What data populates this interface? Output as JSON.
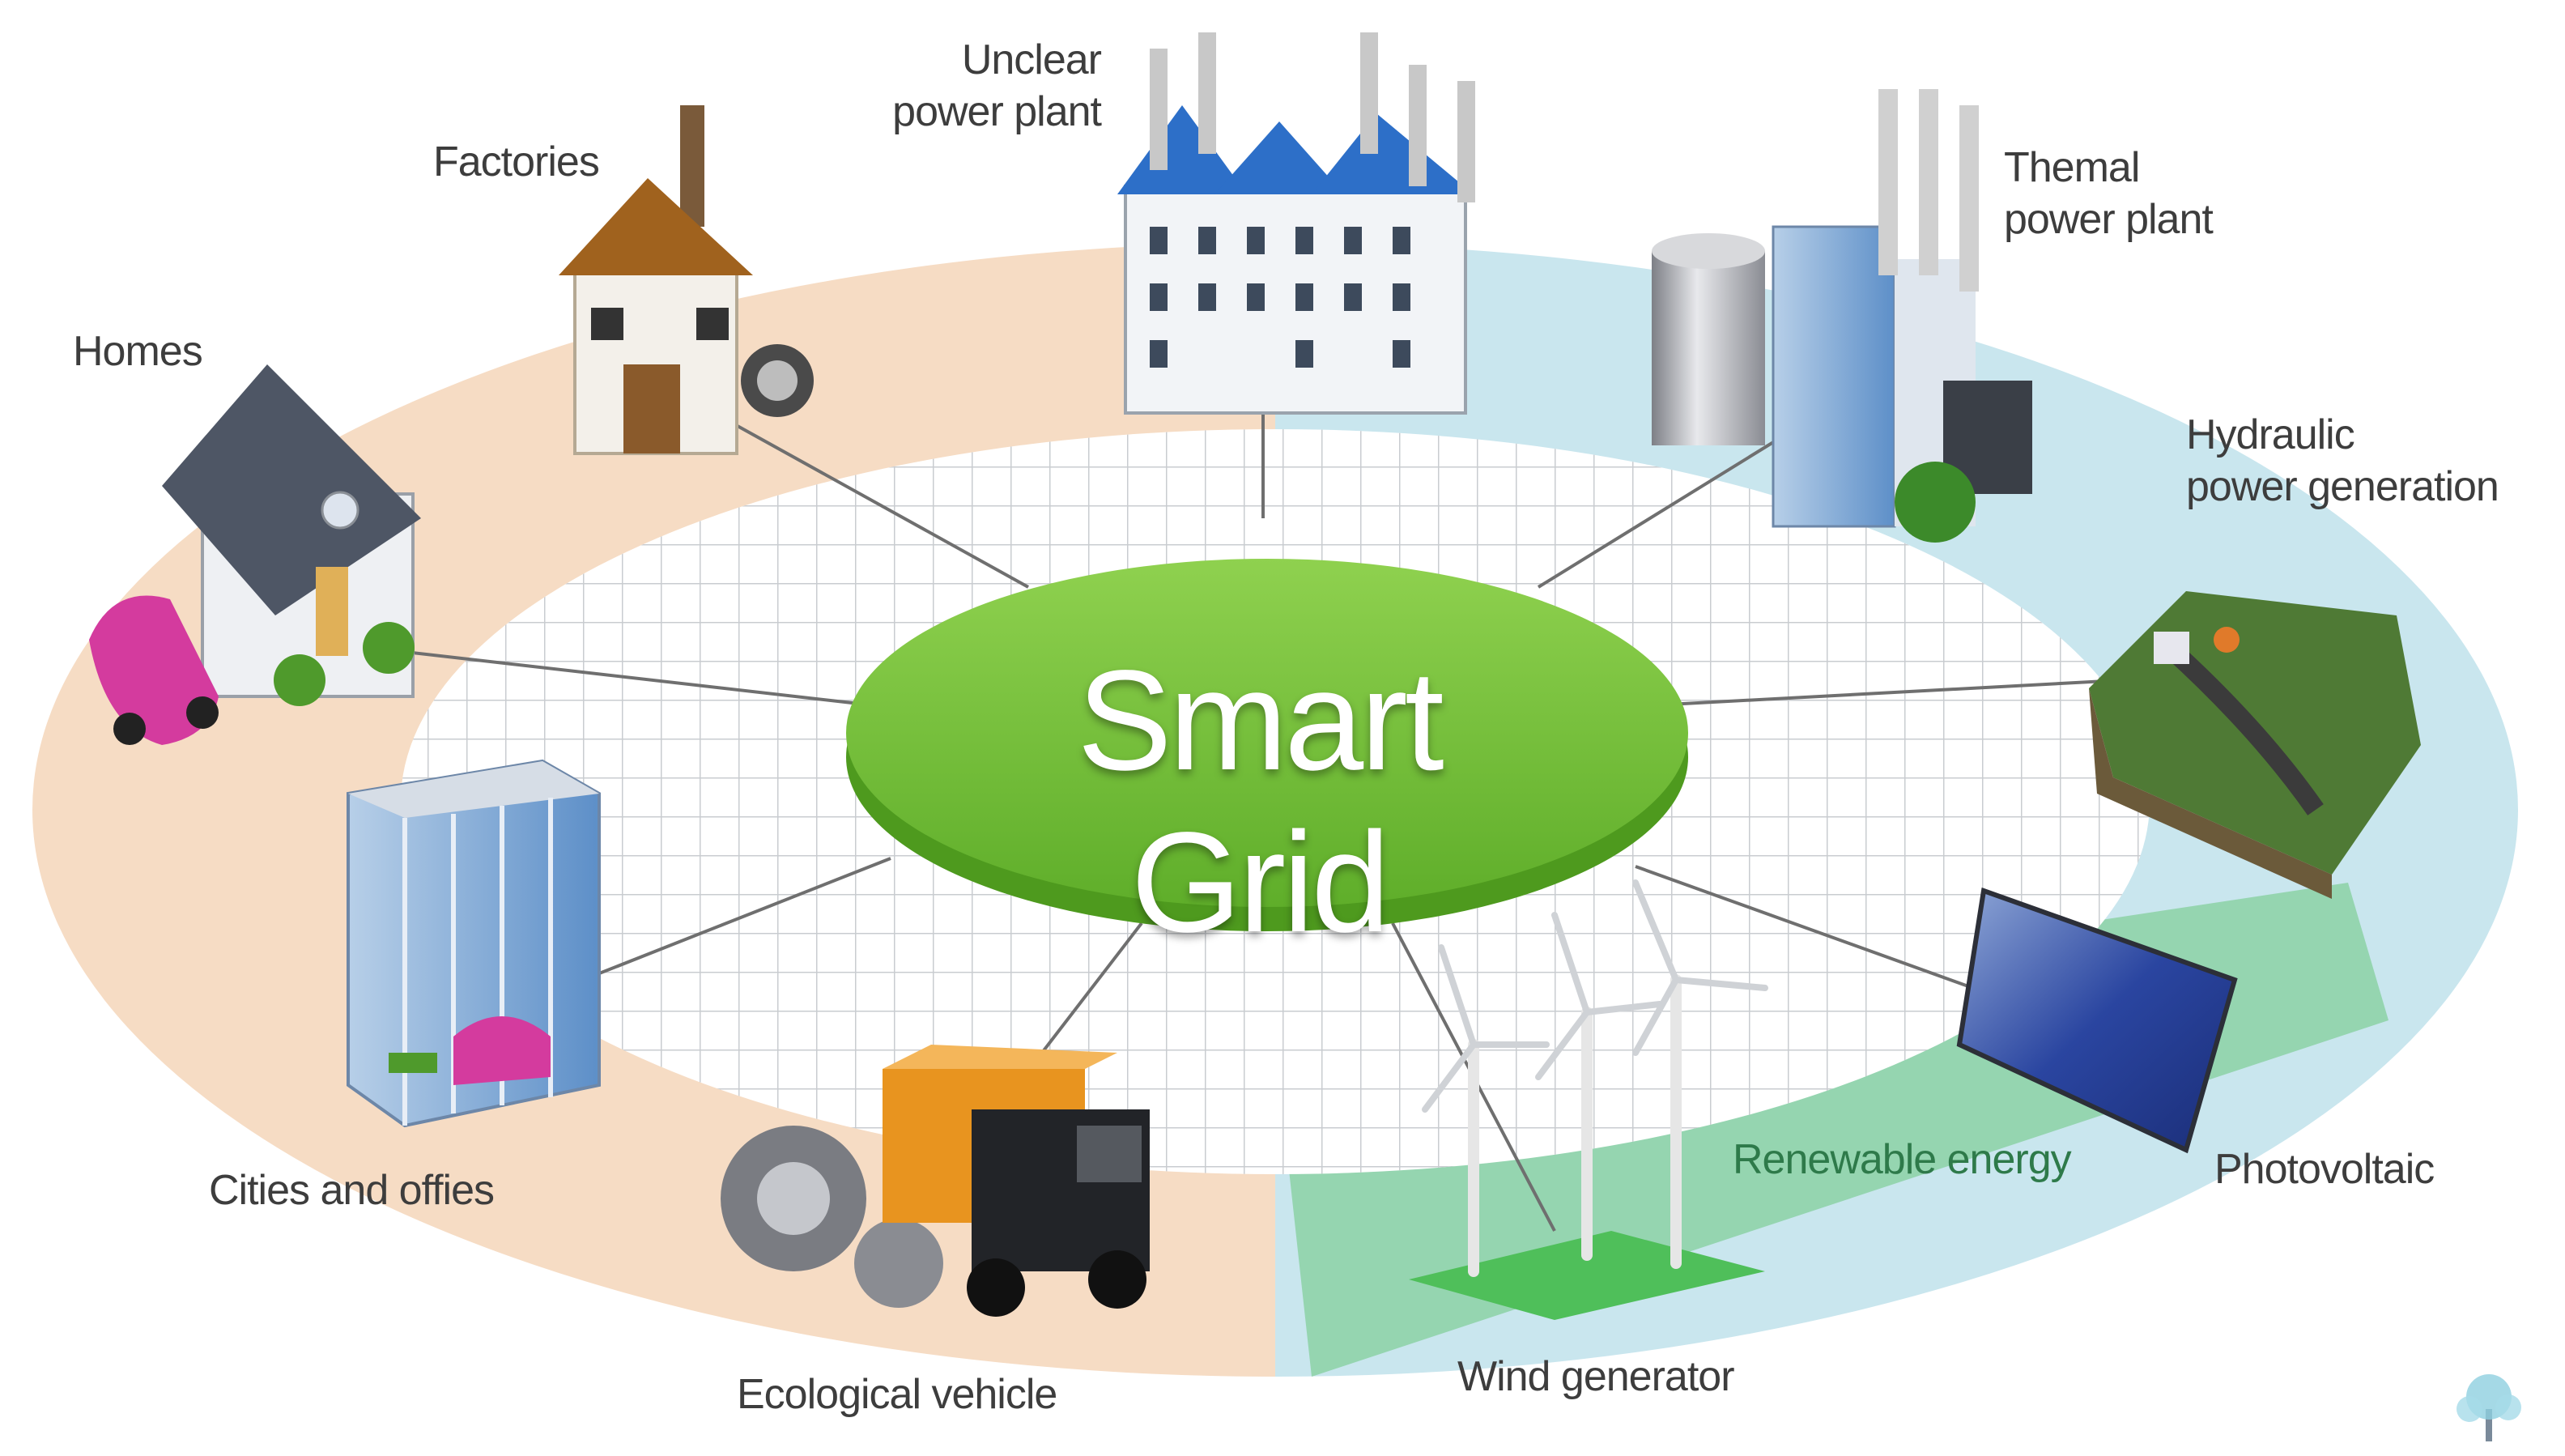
{
  "diagram": {
    "title": "Smart Grid",
    "nodes": {
      "nuclear": [
        "Unclear",
        "power plant"
      ],
      "factories": [
        "Factories"
      ],
      "thermal": [
        "Themal",
        "power plant"
      ],
      "homes": [
        "Homes"
      ],
      "hydraulic": [
        "Hydraulic",
        "power generation"
      ],
      "cities": [
        "Cities and offies"
      ],
      "vehicle": [
        "Ecological vehicle"
      ],
      "wind": [
        "Wind generator"
      ],
      "renewable": [
        "Renewable energy"
      ],
      "photovoltaic": [
        "Photovoltaic"
      ]
    },
    "colors": {
      "consumer_zone": "#f6dcc4",
      "producer_zone": "#c9e6ee",
      "renewable_zone": "#8fd3a9",
      "hub_top": "#7ac143",
      "hub_side": "#4e9a1e"
    }
  }
}
